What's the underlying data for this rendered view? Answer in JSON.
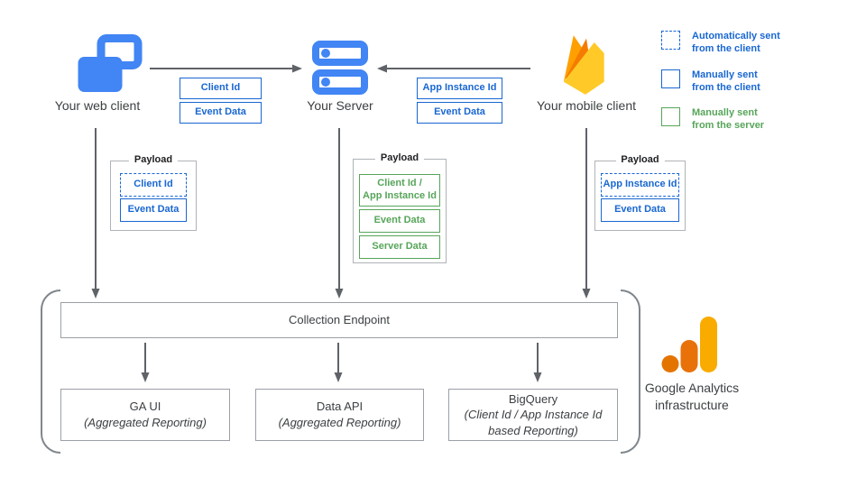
{
  "clients": {
    "web": {
      "label": "Your web client"
    },
    "server": {
      "label": "Your Server"
    },
    "mobile": {
      "label": "Your mobile client"
    }
  },
  "flow_tags": {
    "web_to_server": [
      "Client Id",
      "Event Data"
    ],
    "mobile_to_server": [
      "App Instance Id",
      "Event Data"
    ]
  },
  "payloads": {
    "web": {
      "title": "Payload",
      "items": [
        {
          "label": "Client Id",
          "type": "automatically-sent-from-client"
        },
        {
          "label": "Event Data",
          "type": "manually-sent-from-client"
        }
      ]
    },
    "server": {
      "title": "Payload",
      "items": [
        {
          "line1": "Client Id /",
          "line2": "App Instance Id",
          "type": "manually-sent-from-server"
        },
        {
          "label": "Event Data",
          "type": "manually-sent-from-server"
        },
        {
          "label": "Server Data",
          "type": "manually-sent-from-server"
        }
      ]
    },
    "mobile": {
      "title": "Payload",
      "items": [
        {
          "label": "App Instance Id",
          "type": "automatically-sent-from-client"
        },
        {
          "label": "Event Data",
          "type": "manually-sent-from-client"
        }
      ]
    }
  },
  "legend": {
    "items": [
      {
        "line1": "Automatically sent",
        "line2": "from the client",
        "style": "dashed-blue"
      },
      {
        "line1": "Manually sent",
        "line2": "from the client",
        "style": "solid-blue"
      },
      {
        "line1": "Manually sent",
        "line2": "from the server",
        "style": "solid-green"
      }
    ]
  },
  "infrastructure": {
    "endpoint_label": "Collection Endpoint",
    "outputs": [
      {
        "title": "GA UI",
        "subtitle": "(Aggregated Reporting)"
      },
      {
        "title": "Data API",
        "subtitle": "(Aggregated Reporting)"
      },
      {
        "title": "BigQuery",
        "subtitle": "(Client Id / App Instance Id based Reporting)"
      }
    ],
    "brand_label": "Google Analytics infrastructure"
  },
  "colors": {
    "icon_blue": "#4285F4",
    "tag_blue": "#1967D2",
    "tag_green": "#57A55A",
    "arrow_gray": "#5F6368",
    "text_gray": "#3C4043",
    "box_border_gray": "#9AA0A6",
    "bracket_gray": "#80868B",
    "ga_yellow": "#F9AB00",
    "ga_orange": "#E8710A",
    "ga_dark_orange": "#E37400",
    "firebase_amber": "#FFA000",
    "firebase_orange": "#F57C00",
    "firebase_yellow": "#FFCA28"
  }
}
